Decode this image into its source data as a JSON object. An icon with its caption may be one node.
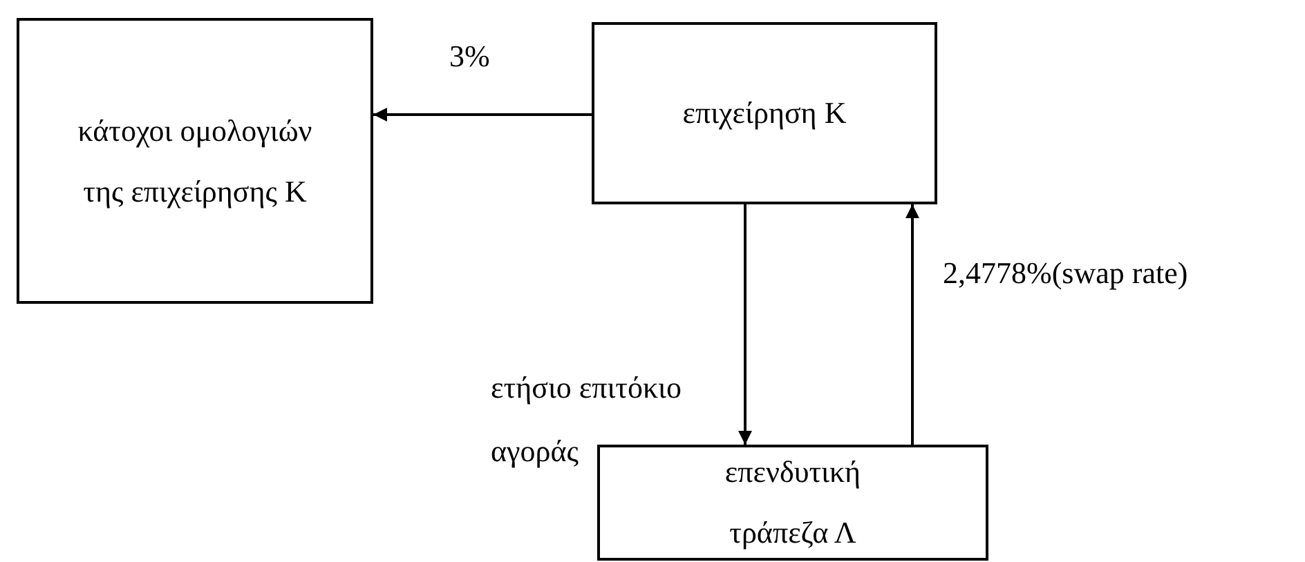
{
  "diagram": {
    "nodes": [
      {
        "text": [
          "κάτοχοι ομολογιών της επιχείρησης Κ"
        ]
      },
      {
        "text": [
          "επιχείρηση Κ"
        ]
      },
      {
        "text": [
          "επενδυτική τράπεζα Λ"
        ]
      }
    ],
    "edges": [
      {
        "from": 1,
        "to": 0,
        "arrow": "to",
        "label": "3%"
      },
      {
        "from": 1,
        "to": 2,
        "arrow": "to",
        "label": "ετήσιο επιτόκιο αγοράς"
      },
      {
        "from": 2,
        "to": 1,
        "arrow": "to",
        "label": "2,4778%(swap rate)"
      }
    ]
  }
}
